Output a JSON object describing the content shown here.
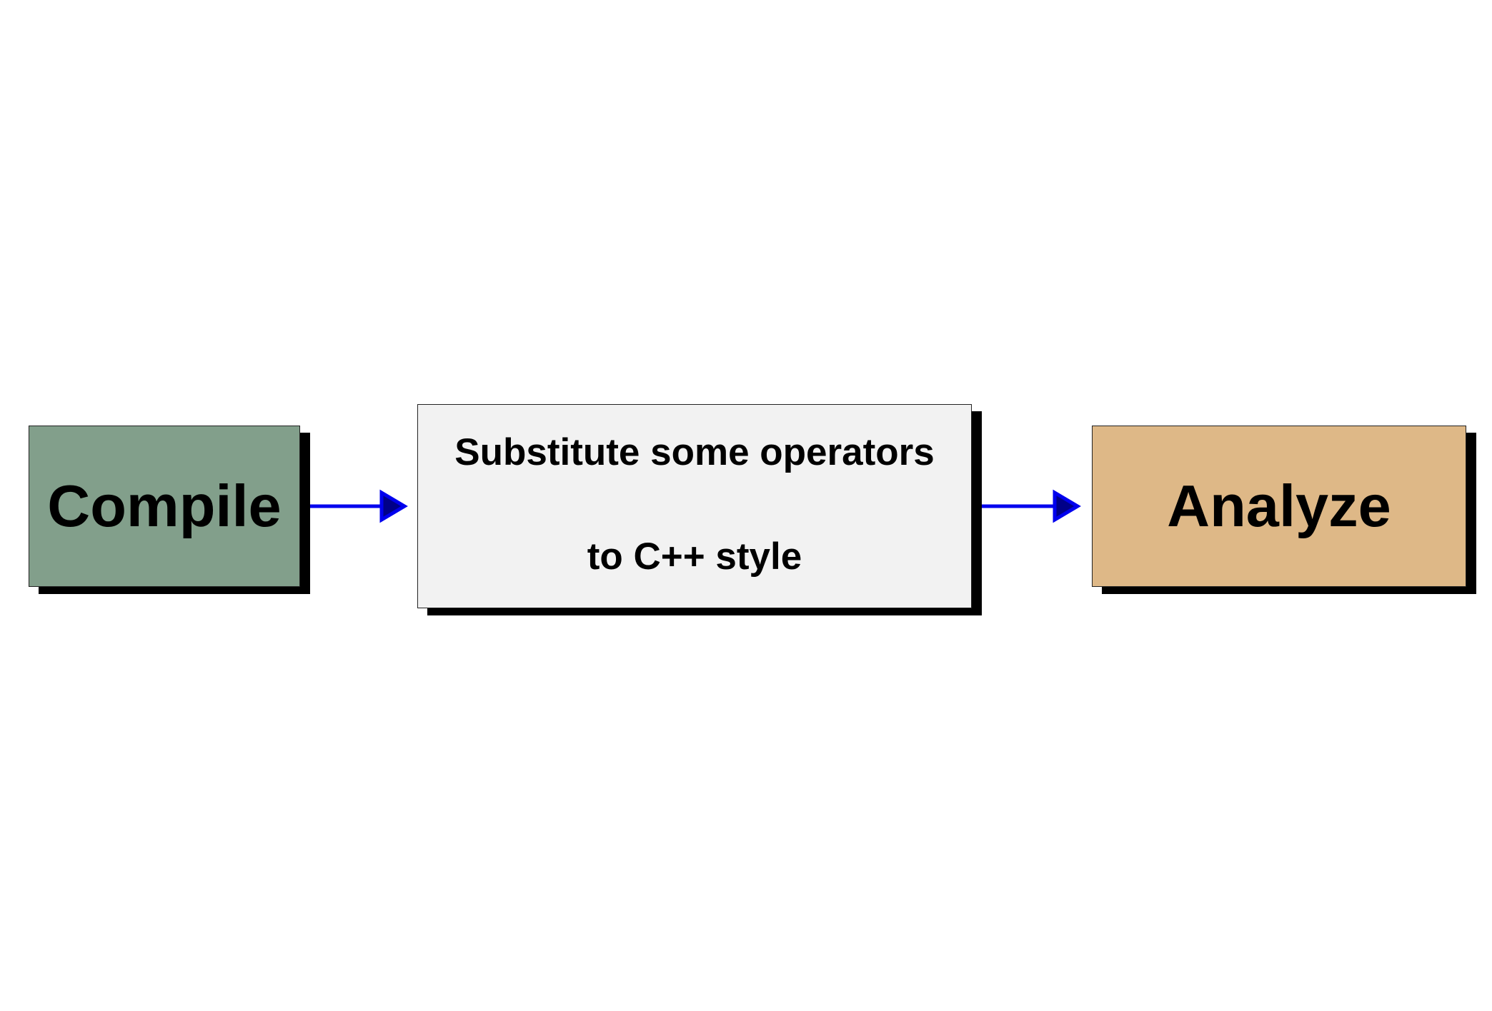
{
  "diagram": {
    "nodes": [
      {
        "id": "compile",
        "lines": [
          "Compile"
        ],
        "fill": "#829f8b"
      },
      {
        "id": "substitute",
        "lines": [
          "Substitute some operators",
          "to C++ style"
        ],
        "fill": "#f2f2f2"
      },
      {
        "id": "analyze",
        "lines": [
          "Analyze"
        ],
        "fill": "#deb887"
      }
    ],
    "edges": [
      {
        "from": "compile",
        "to": "substitute"
      },
      {
        "from": "substitute",
        "to": "analyze"
      }
    ],
    "colors": {
      "arrow": "#0000ee",
      "shadow": "#000000",
      "background": "#ffffff"
    }
  }
}
